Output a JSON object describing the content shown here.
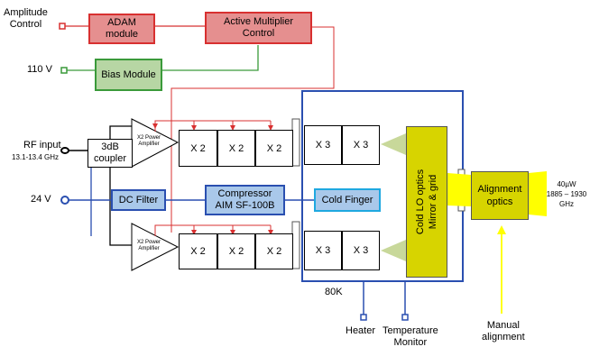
{
  "inputs": {
    "amplitude_control": "Amplitude\nControl",
    "v110": "110 V",
    "rf_input": "RF input",
    "rf_freq": "13.1-13.4 GHz",
    "v24": "24 V"
  },
  "modules": {
    "adam": "ADAM\nmodule",
    "active_multiplier": "Active Multiplier\nControl",
    "bias_module": "Bias Module",
    "coupler": "3dB\ncoupler",
    "dc_filter": "DC Filter",
    "compressor": "Compressor\nAIM SF-100B",
    "cold_finger": "Cold Finger",
    "amp_top": "X2 Power\nAmplifier",
    "amp_bottom": "X2 Power\nAmplifier",
    "cold_lo": "Cold LO optics\nMirror & grid",
    "alignment": "Alignment\noptics"
  },
  "multipliers": {
    "top_x2": [
      "X 2",
      "X 2",
      "X 2"
    ],
    "top_x3": [
      "X 3",
      "X 3"
    ],
    "bottom_x2": [
      "X 2",
      "X 2",
      "X 2"
    ],
    "bottom_x3": [
      "X 3",
      "X 3"
    ]
  },
  "labels": {
    "temp_80k": "80K",
    "heater": "Heater",
    "temp_monitor": "Temperature\nMonitor",
    "manual_alignment": "Manual\nalignment",
    "output": "40µW\n1885 – 1930\nGHz"
  },
  "colors": {
    "red": "#d83030",
    "red_fill": "#e58f8f",
    "green": "#3a9a3a",
    "green_fill": "#b7d6a4",
    "blue": "#2a4fb0",
    "blue_fill": "#a9c8ea",
    "cyan": "#1fa8e0",
    "olive": "#d7d400",
    "yellow": "#ffff00",
    "cone": "#c8d89a"
  }
}
